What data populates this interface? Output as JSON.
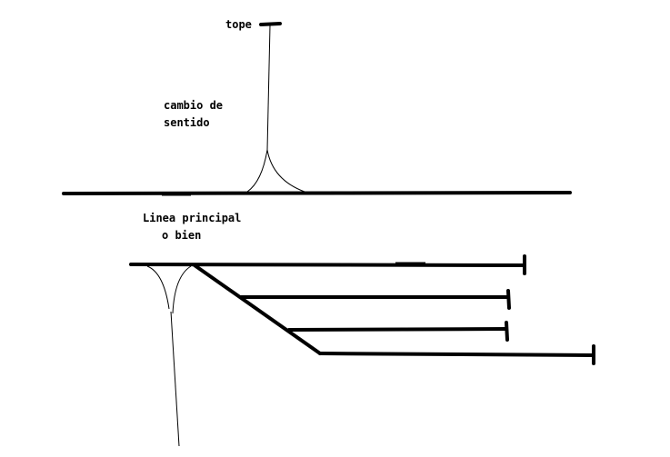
{
  "labels": {
    "tope": "tope",
    "cambio_line1": "cambio de",
    "cambio_line2": "sentido",
    "linea_line1": "Linea principal",
    "linea_line2": "o bien"
  },
  "colors": {
    "background": "#ffffff",
    "ink": "#000000"
  }
}
